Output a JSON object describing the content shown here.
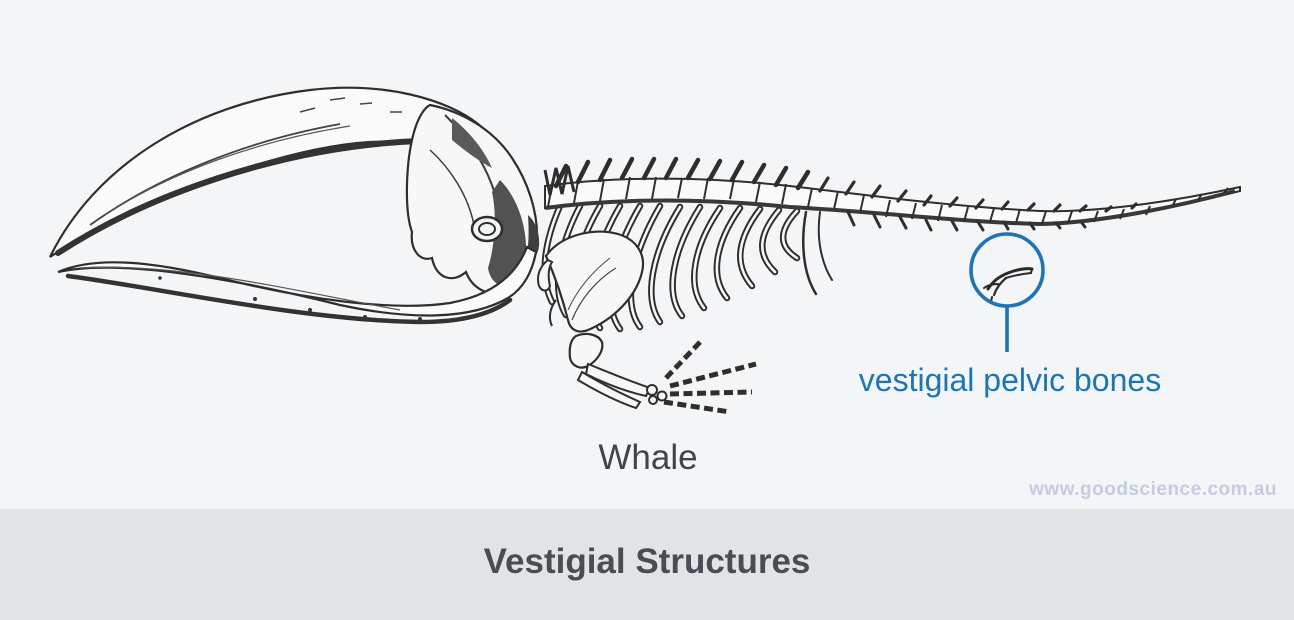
{
  "page": {
    "background_color": "#f4f5f7"
  },
  "illustration": {
    "name": "whale-skeleton-engraving",
    "specimen_label": "Whale",
    "ink_color": "#2e2e2e"
  },
  "annotation": {
    "label": "vestigial pelvic bones",
    "accent_color": "#1b75bc",
    "highlight_shape": "circle-with-stem"
  },
  "watermark": {
    "text": "www.goodscience.com.au",
    "color": "#c3cce3"
  },
  "banner": {
    "title": "Vestigial Structures",
    "background_color": "#e2e3e5",
    "text_color": "#4a4e54"
  }
}
